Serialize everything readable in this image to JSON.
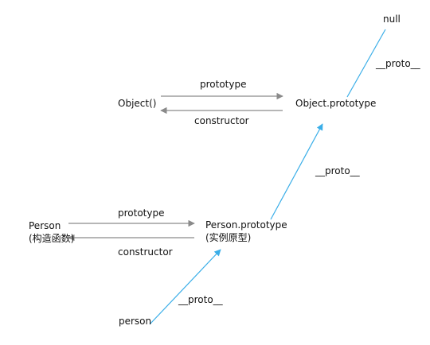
{
  "nodes": {
    "null": "null",
    "object_ctor": "Object()",
    "object_prototype": "Object.prototype",
    "person_ctor": "Person",
    "person_ctor_note": "(构造函数)",
    "person_prototype": "Person.prototype",
    "person_prototype_note": "(实例原型)",
    "person_instance": "person"
  },
  "edges": {
    "object_prototype_link": "prototype",
    "object_constructor_link": "constructor",
    "person_prototype_link": "prototype",
    "person_constructor_link": "constructor",
    "instance_proto_link": "__proto__",
    "person_prototype_proto_link": "__proto__",
    "object_prototype_proto_link": "__proto__"
  },
  "colors": {
    "gray_arrow": "#8a8a8a",
    "proto_arrow": "#3aaee8",
    "text": "#111111"
  }
}
